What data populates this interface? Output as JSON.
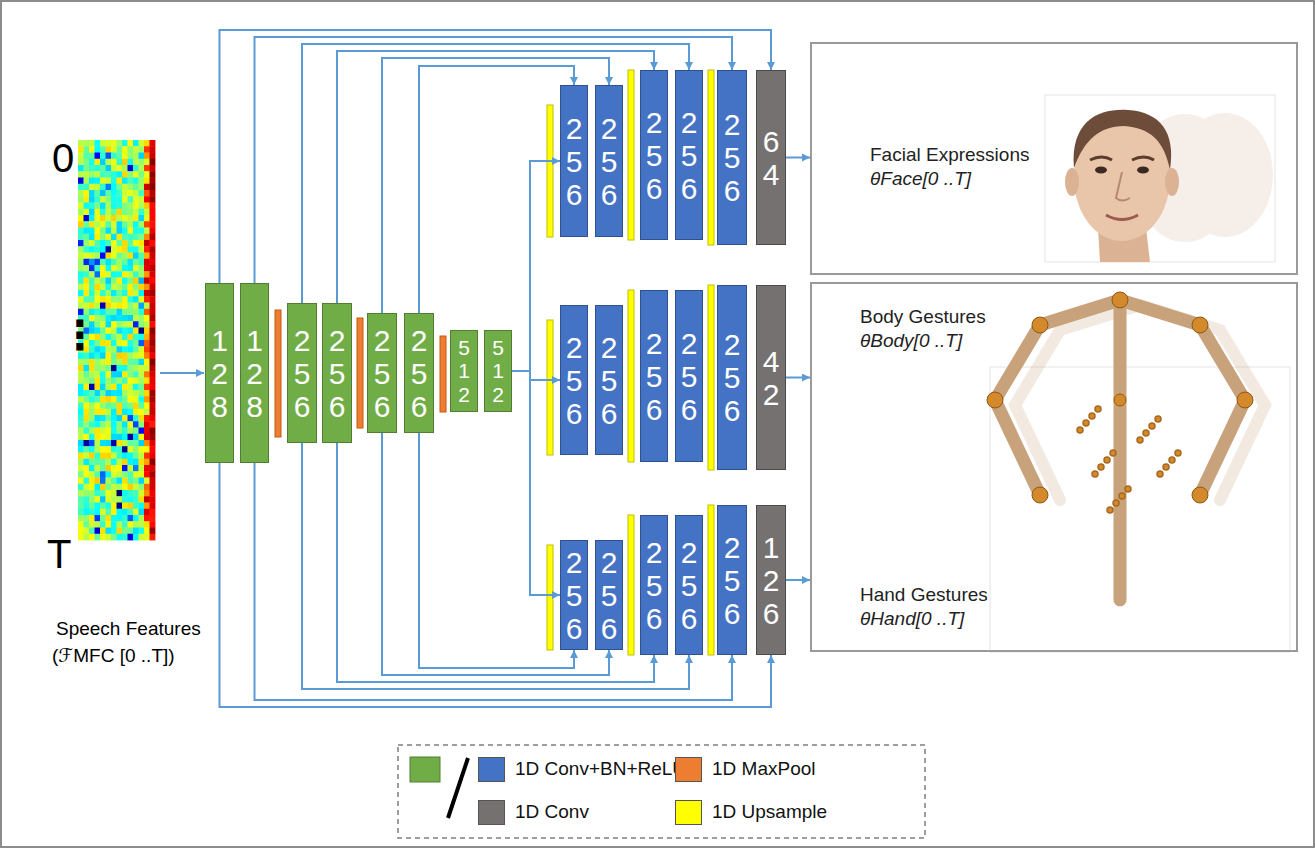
{
  "diagram": {
    "nodes": [
      {
        "text": [
          "128"
        ]
      },
      {
        "text": [
          "128"
        ]
      },
      {
        "text": [
          "256"
        ]
      },
      {
        "text": [
          "256"
        ]
      },
      {
        "text": [
          "256"
        ]
      },
      {
        "text": [
          "256"
        ]
      },
      {
        "text": [
          "512"
        ]
      },
      {
        "text": [
          "512"
        ]
      },
      {
        "text": [
          "256"
        ]
      },
      {
        "text": [
          "256"
        ]
      },
      {
        "text": [
          "256"
        ]
      },
      {
        "text": [
          "256"
        ]
      },
      {
        "text": [
          "256"
        ]
      },
      {
        "text": [
          "64"
        ]
      },
      {
        "text": [
          "256"
        ]
      },
      {
        "text": [
          "256"
        ]
      },
      {
        "text": [
          "256"
        ]
      },
      {
        "text": [
          "256"
        ]
      },
      {
        "text": [
          "256"
        ]
      },
      {
        "text": [
          "42"
        ]
      },
      {
        "text": [
          "256"
        ]
      },
      {
        "text": [
          "256"
        ]
      },
      {
        "text": [
          "256"
        ]
      },
      {
        "text": [
          "256"
        ]
      },
      {
        "text": [
          "256"
        ]
      },
      {
        "text": [
          "126"
        ]
      },
      {
        "text": [
          "Facial Expressions",
          "θFace[0 ..T]"
        ]
      },
      {
        "text": [
          "Body Gestures",
          "θBody[0 ..T]",
          "Hand Gestures",
          "θHand[0 ..T]"
        ]
      }
    ],
    "edges": [
      {
        "from": 7,
        "to": 8,
        "arrow": "to"
      },
      {
        "from": 7,
        "to": 14,
        "arrow": "to"
      },
      {
        "from": 7,
        "to": 20,
        "arrow": "to"
      },
      {
        "from": 0,
        "to": 13,
        "arrow": "to"
      },
      {
        "from": 1,
        "to": 12,
        "arrow": "to"
      },
      {
        "from": 2,
        "to": 11,
        "arrow": "to"
      },
      {
        "from": 3,
        "to": 10,
        "arrow": "to"
      },
      {
        "from": 4,
        "to": 9,
        "arrow": "to"
      },
      {
        "from": 5,
        "to": 8,
        "arrow": "to"
      },
      {
        "from": 0,
        "to": 25,
        "arrow": "to"
      },
      {
        "from": 1,
        "to": 24,
        "arrow": "to"
      },
      {
        "from": 2,
        "to": 23,
        "arrow": "to"
      },
      {
        "from": 3,
        "to": 22,
        "arrow": "to"
      },
      {
        "from": 4,
        "to": 21,
        "arrow": "to"
      },
      {
        "from": 5,
        "to": 20,
        "arrow": "to"
      },
      {
        "from": 13,
        "to": 26,
        "arrow": "to"
      },
      {
        "from": 19,
        "to": 27,
        "arrow": "to"
      },
      {
        "from": 25,
        "to": 27,
        "arrow": "to"
      }
    ],
    "labels": [
      "0",
      "⋮",
      "T",
      "Speech Features",
      "(ℱMFC [0 ..T])"
    ],
    "legend": [
      {
        "text": "1D Conv+BN+ReLU",
        "color": "#4472c4"
      },
      {
        "text": "1D Conv",
        "color": "#767171"
      },
      {
        "text": "1D MaxPool",
        "color": "#ed7d31"
      },
      {
        "text": "1D Upsample",
        "color": "#ffff00"
      }
    ]
  }
}
